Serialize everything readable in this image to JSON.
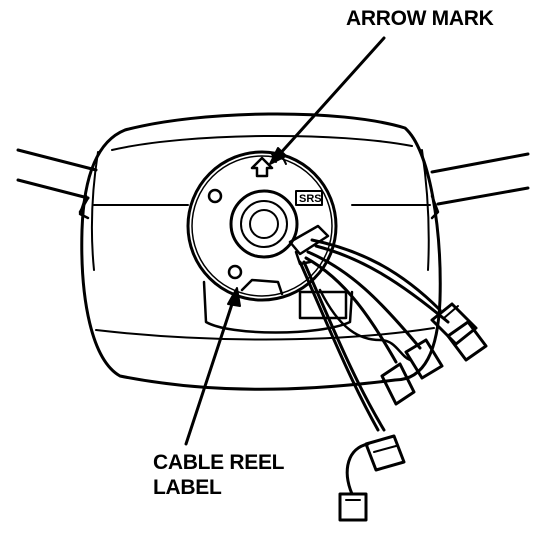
{
  "callouts": {
    "arrow_mark": "ARROW MARK",
    "cable_reel_label_line1": "CABLE REEL",
    "cable_reel_label_line2": "LABEL"
  },
  "reel": {
    "sas_mark": "SRS"
  },
  "colors": {
    "ink": "#000000",
    "paper": "#ffffff"
  }
}
